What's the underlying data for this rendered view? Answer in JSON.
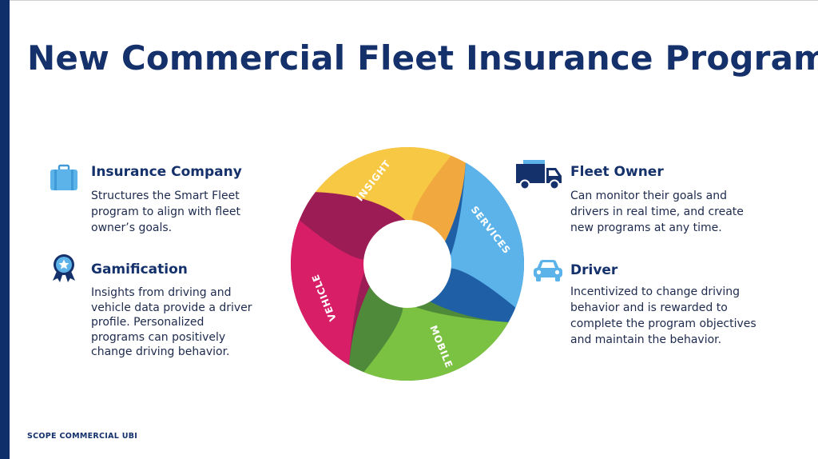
{
  "title": "New Commercial Fleet Insurance Program",
  "footer": "SCOPE COMMERCIAL UBI",
  "left_column": [
    {
      "icon": "briefcase-icon",
      "heading": "Insurance Company",
      "lines": [
        "Structures the Smart Fleet",
        "program to align with fleet",
        "owner’s goals."
      ]
    },
    {
      "icon": "award-badge-icon",
      "heading": "Gamification",
      "lines": [
        "Insights from driving and",
        "vehicle data provide a driver",
        "profile. Personalized",
        "programs can positively",
        "change driving behavior."
      ]
    }
  ],
  "right_column": [
    {
      "icon": "truck-icon",
      "heading": "Fleet Owner",
      "lines": [
        "Can monitor their goals and",
        "drivers in real time, and create",
        "new programs at any time."
      ]
    },
    {
      "icon": "car-icon",
      "heading": "Driver",
      "lines": [
        "Incentivized to change driving",
        "behavior and is rewarded to",
        "complete the program objectives",
        "and maintain the behavior."
      ]
    }
  ],
  "wheel": {
    "segments": [
      {
        "label": "INSIGHT",
        "color": "#f7c844",
        "shade": "#f1a83e"
      },
      {
        "label": "SERVICES",
        "color": "#5bb3ea",
        "shade": "#1f5fa5"
      },
      {
        "label": "MOBILE",
        "color": "#7cc242",
        "shade": "#4f8a3a"
      },
      {
        "label": "VEHICLE",
        "color": "#d81e67",
        "shade": "#9c1d55"
      }
    ]
  },
  "colors": {
    "title": "#14316b",
    "accent_bar": "#0f2f6b",
    "icon": "#5bb3ea"
  }
}
